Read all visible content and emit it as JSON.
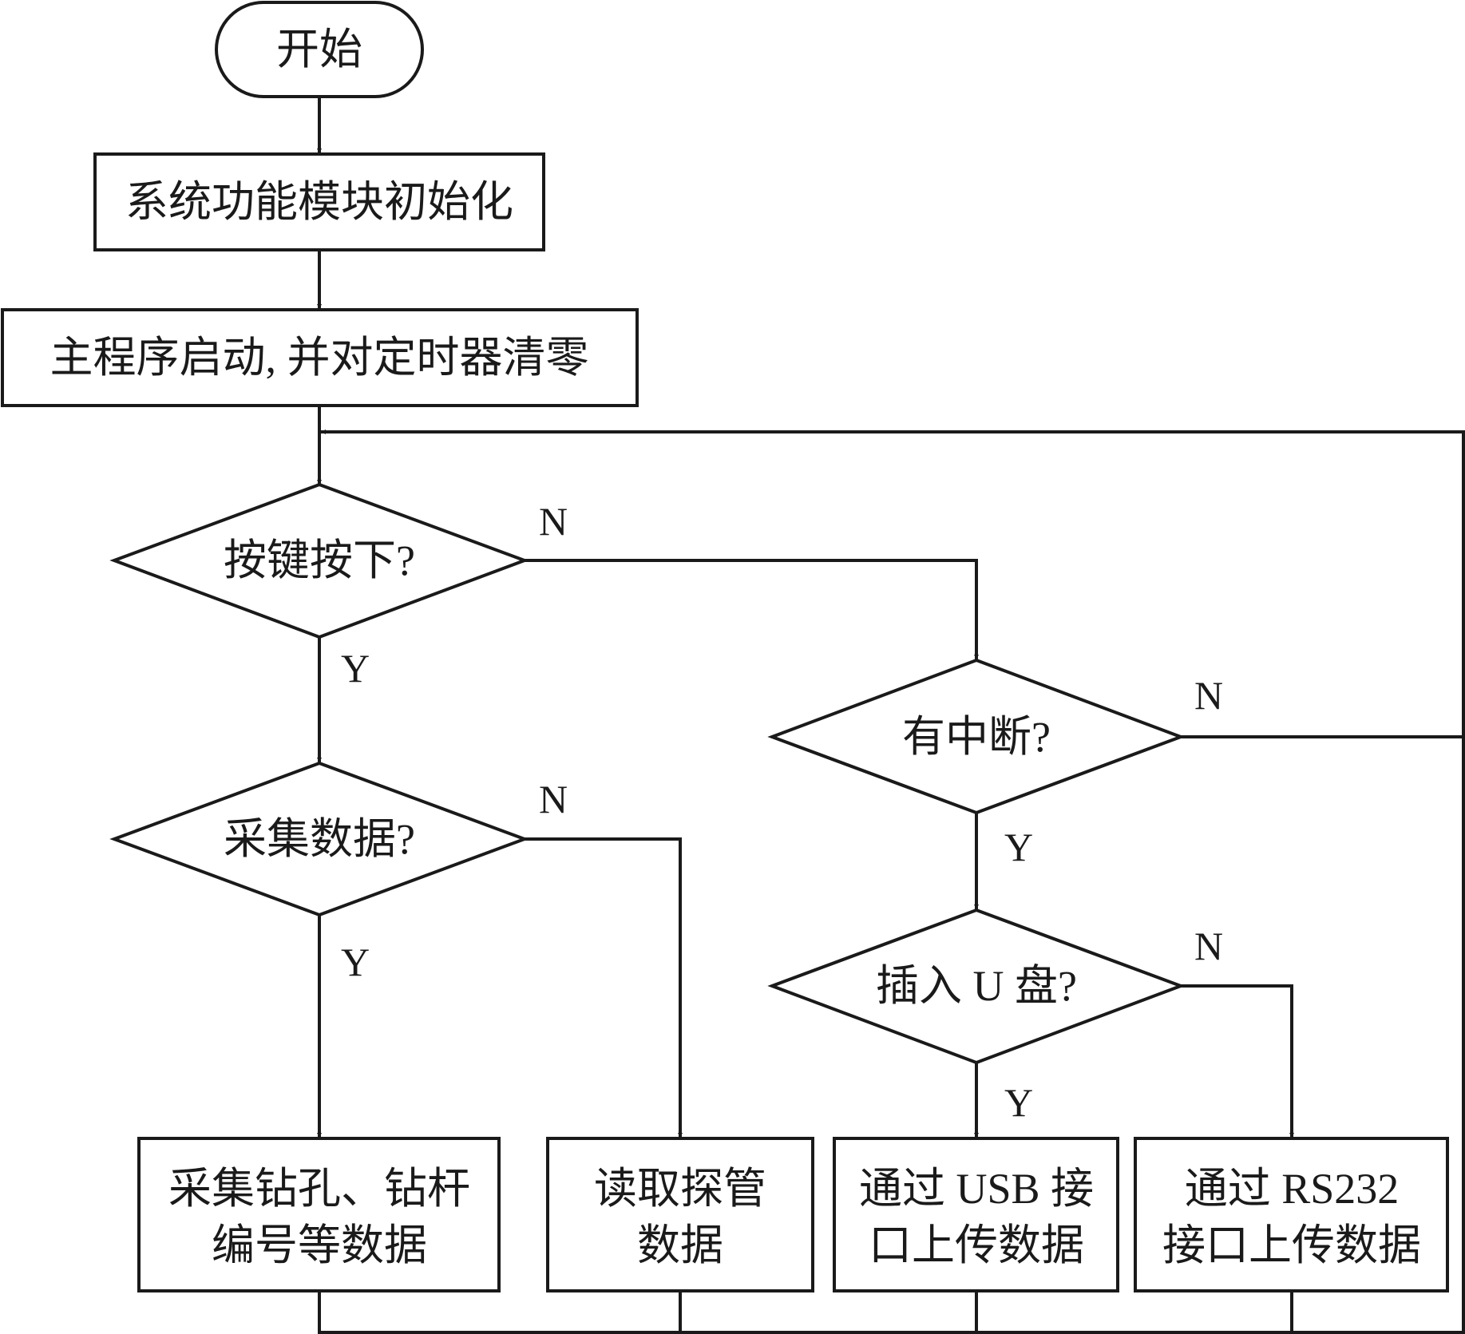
{
  "flowchart": {
    "start": "开始",
    "init": "系统功能模块初始化",
    "main_start": "主程序启动, 并对定时器清零",
    "decision_key": "按键按下?",
    "decision_collect": "采集数据?",
    "decision_interrupt": "有中断?",
    "decision_usb": "插入 U 盘?",
    "box_collect": [
      "采集钻孔、钻杆",
      "编号等数据"
    ],
    "box_read": [
      "读取探管",
      "数据"
    ],
    "box_usb": [
      "通过 USB 接",
      "口上传数据"
    ],
    "box_rs232": [
      "通过 RS232",
      "接口上传数据"
    ],
    "yes": "Y",
    "no": "N"
  }
}
